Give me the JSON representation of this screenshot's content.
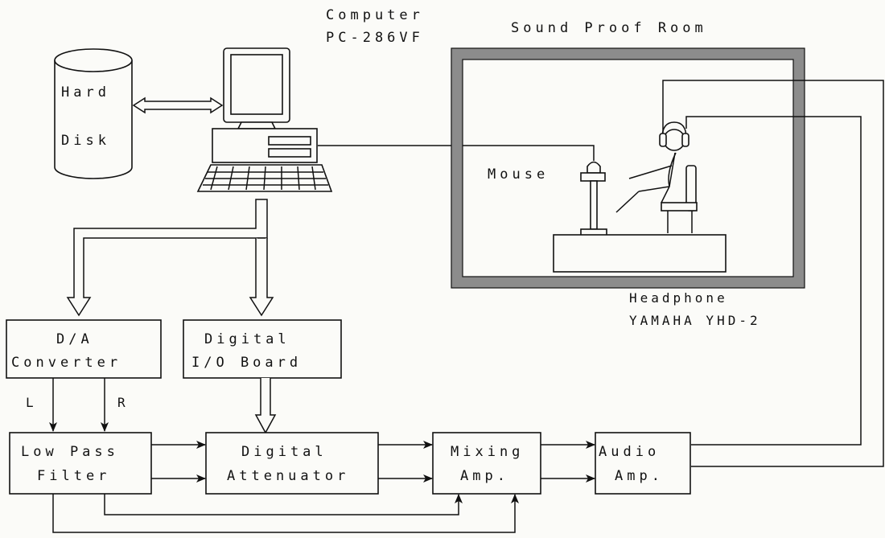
{
  "labels": {
    "computer_title": "Computer",
    "computer_model": "PC-286VF",
    "room_title": "Sound Proof Room",
    "hard_disk_line1": "Hard",
    "hard_disk_line2": "Disk",
    "mouse": "Mouse",
    "headphone_title": "Headphone",
    "headphone_model": "YAMAHA YHD-2",
    "da_line1": "D/A",
    "da_line2": "Converter",
    "dio_line1": "Digital",
    "dio_line2": "I/O Board",
    "channel_left": "L",
    "channel_right": "R",
    "lpf_line1": "Low Pass",
    "lpf_line2": "Filter",
    "datt_line1": "Digital",
    "datt_line2": "Attenuator",
    "mix_line1": "Mixing",
    "mix_line2": "Amp.",
    "audio_line1": "Audio",
    "audio_line2": "Amp."
  },
  "colors": {
    "ink": "#111111",
    "paper": "#fbfbf8",
    "room_wall": "#8c8c8c"
  },
  "icons": [
    "computer-icon",
    "hard-disk-icon",
    "mouse-icon",
    "listener-icon",
    "headphone-icon"
  ]
}
